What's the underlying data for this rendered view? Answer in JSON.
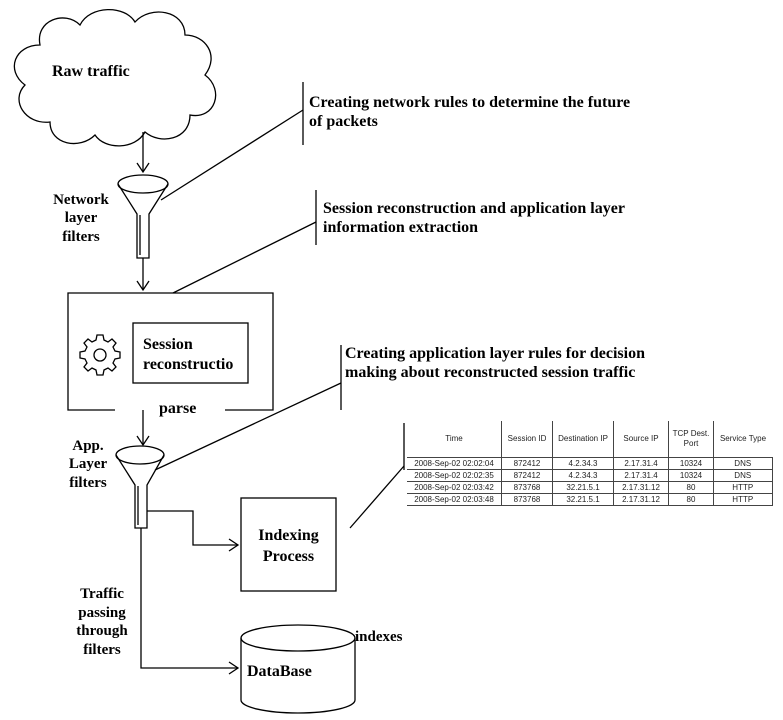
{
  "labels": {
    "raw_traffic": "Raw  traffic",
    "network_rules_note": [
      "Creating network rules to determine the future",
      "of packets"
    ],
    "network_filters": [
      "Network",
      "layer",
      "filters"
    ],
    "session_note": [
      "Session reconstruction and application layer",
      "information extraction"
    ],
    "session_box": [
      "Session",
      "reconstructio"
    ],
    "parse": "parse",
    "app_rules_note": [
      "Creating application layer rules for decision",
      "making about reconstructed session traffic"
    ],
    "app_filters": [
      "App.",
      "Layer",
      "filters"
    ],
    "indexing": [
      "Indexing",
      "Process"
    ],
    "indexes": "indexes",
    "traffic_passing": [
      "Traffic",
      "passing",
      "through",
      "filters"
    ],
    "database": "DataBase"
  },
  "icons": [
    "cloud-icon",
    "funnel-icon",
    "gear-icon",
    "database-cylinder-icon"
  ],
  "table": {
    "headers": [
      "Time",
      "Session ID",
      "Destination IP",
      "Source IP",
      "TCP Dest. Port",
      "Service Type"
    ],
    "rows": [
      [
        "2008-Sep-02 02:02:04",
        "872412",
        "4.2.34.3",
        "2.17.31.4",
        "10324",
        "DNS"
      ],
      [
        "2008-Sep-02 02:02:35",
        "872412",
        "4.2.34.3",
        "2.17.31.4",
        "10324",
        "DNS"
      ],
      [
        "2008-Sep-02 02:03:42",
        "873768",
        "32.21.5.1",
        "2.17.31.12",
        "80",
        "HTTP"
      ],
      [
        "2008-Sep-02 02:03:48",
        "873768",
        "32.21.5.1",
        "2.17.31.12",
        "80",
        "HTTP"
      ]
    ]
  }
}
